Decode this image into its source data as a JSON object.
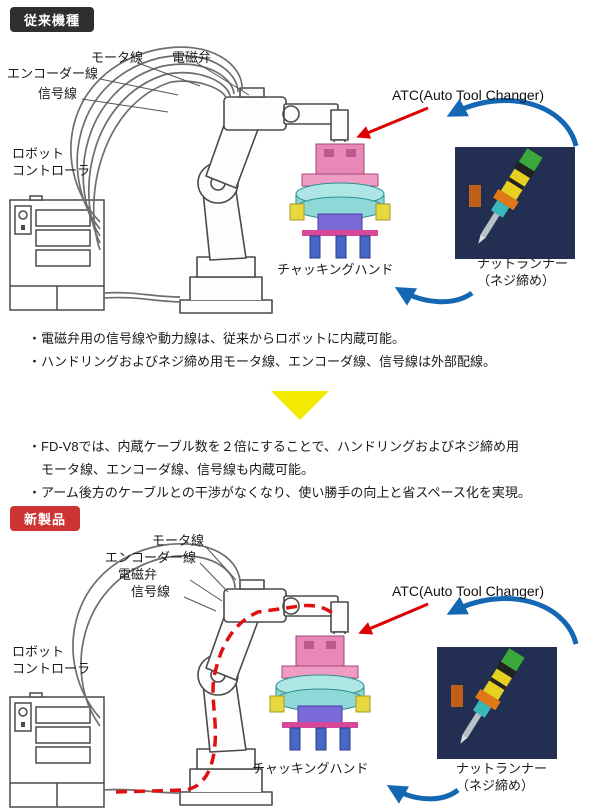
{
  "colors": {
    "badge_old": "#2f2f2f",
    "badge_new": "#cc3333",
    "arrow_blue": "#1467b3",
    "arrow_red": "#dd0000",
    "transition_yellow": "#f2ea00"
  },
  "old": {
    "badge": "従来機種",
    "label_motor": "モータ線",
    "label_solenoid": "電磁弁",
    "label_encoder": "エンコーダー線",
    "label_signal": "信号線",
    "controller": "ロボット\nコントローラ",
    "atc": "ATC(Auto Tool Changer)",
    "chucking": "チャッキングハンド",
    "nutrunner": "ナットランナー\n（ネジ締め）",
    "notes": [
      "・電磁弁用の信号線や動力線は、従来からロボットに内蔵可能。",
      "・ハンドリングおよびネジ締め用モータ線、エンコーダ線、信号線は外部配線。"
    ]
  },
  "new": {
    "badge": "新製品",
    "label_motor": "モータ線",
    "label_encoder": "エンコーダー線",
    "label_solenoid": "電磁弁",
    "label_signal": "信号線",
    "controller": "ロボット\nコントローラ",
    "atc": "ATC(Auto Tool Changer)",
    "chucking": "チャッキングハンド",
    "nutrunner": "ナットランナー\n（ネジ締め）",
    "notes": [
      "・FD-V8では、内蔵ケーブル数を２倍にすることで、ハンドリングおよびネジ締め用",
      "　モータ線、エンコーダ線、信号線も内蔵可能。",
      "・アーム後方のケーブルとの干渉がなくなり、使い勝手の向上と省スペース化を実現。"
    ]
  }
}
